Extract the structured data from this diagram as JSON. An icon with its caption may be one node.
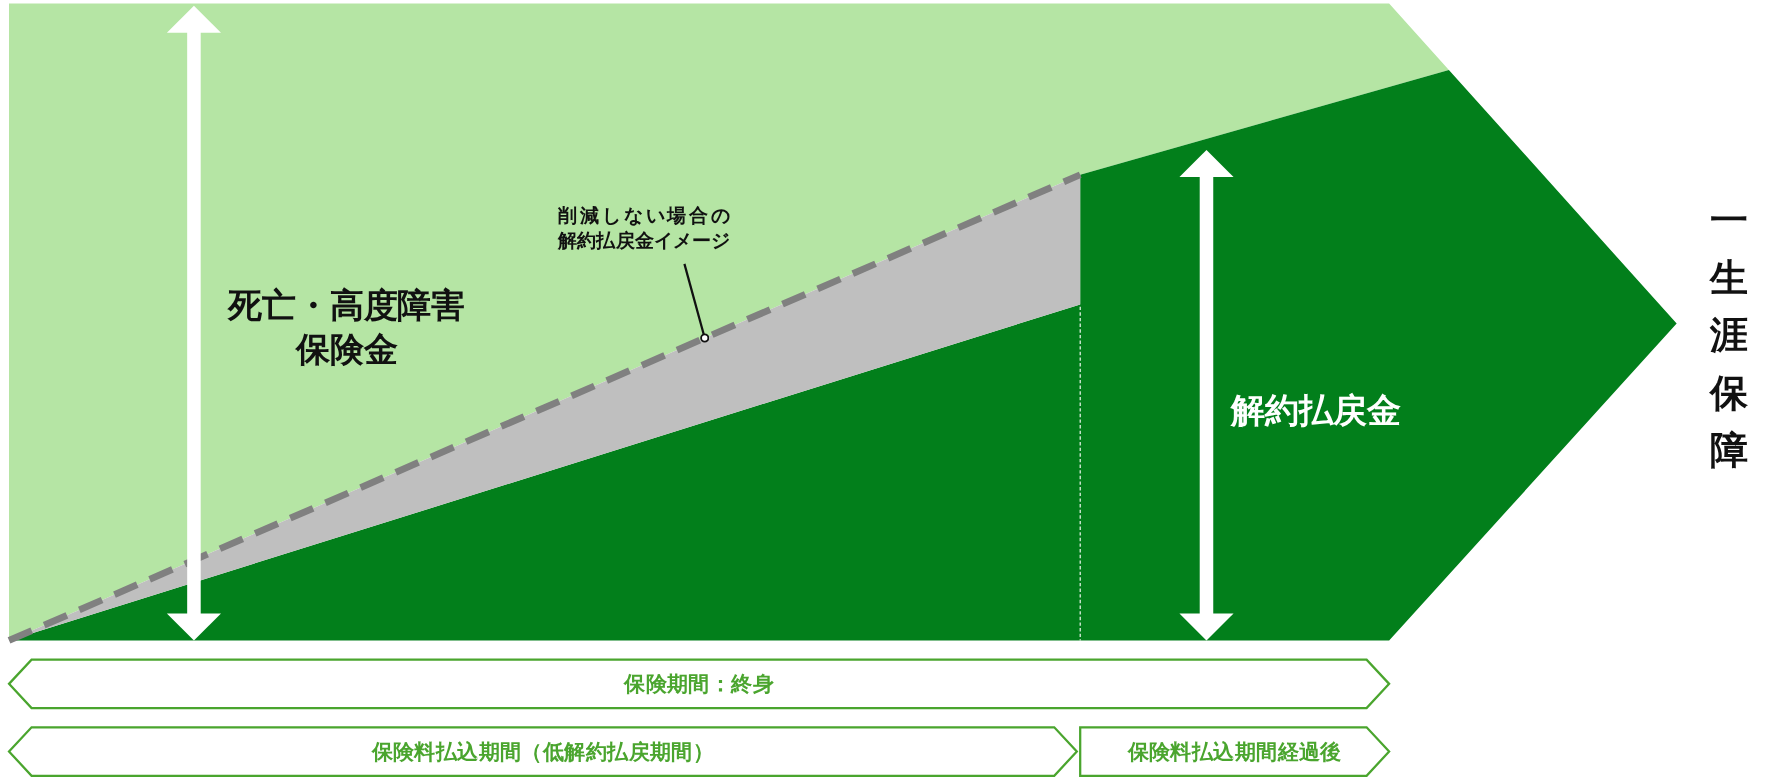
{
  "diagram": {
    "nodes": [
      {
        "text": [
          "死亡・高度障害保険金"
        ]
      },
      {
        "text": [
          "解約払戻金"
        ],
        "beside": [
          "一生涯保障"
        ]
      },
      {
        "text": [
          "削減しない場合の解約払戻金イメージ"
        ],
        "in": 0
      },
      {
        "text": [
          "保険期間：終身"
        ]
      },
      {
        "text": [
          "保険料払込期間（低解約払戻期間）"
        ]
      },
      {
        "text": [
          "保険料払込期間経過後"
        ]
      }
    ],
    "edges": [
      {
        "from": 2,
        "to": 0,
        "arrow": "other"
      }
    ]
  }
}
